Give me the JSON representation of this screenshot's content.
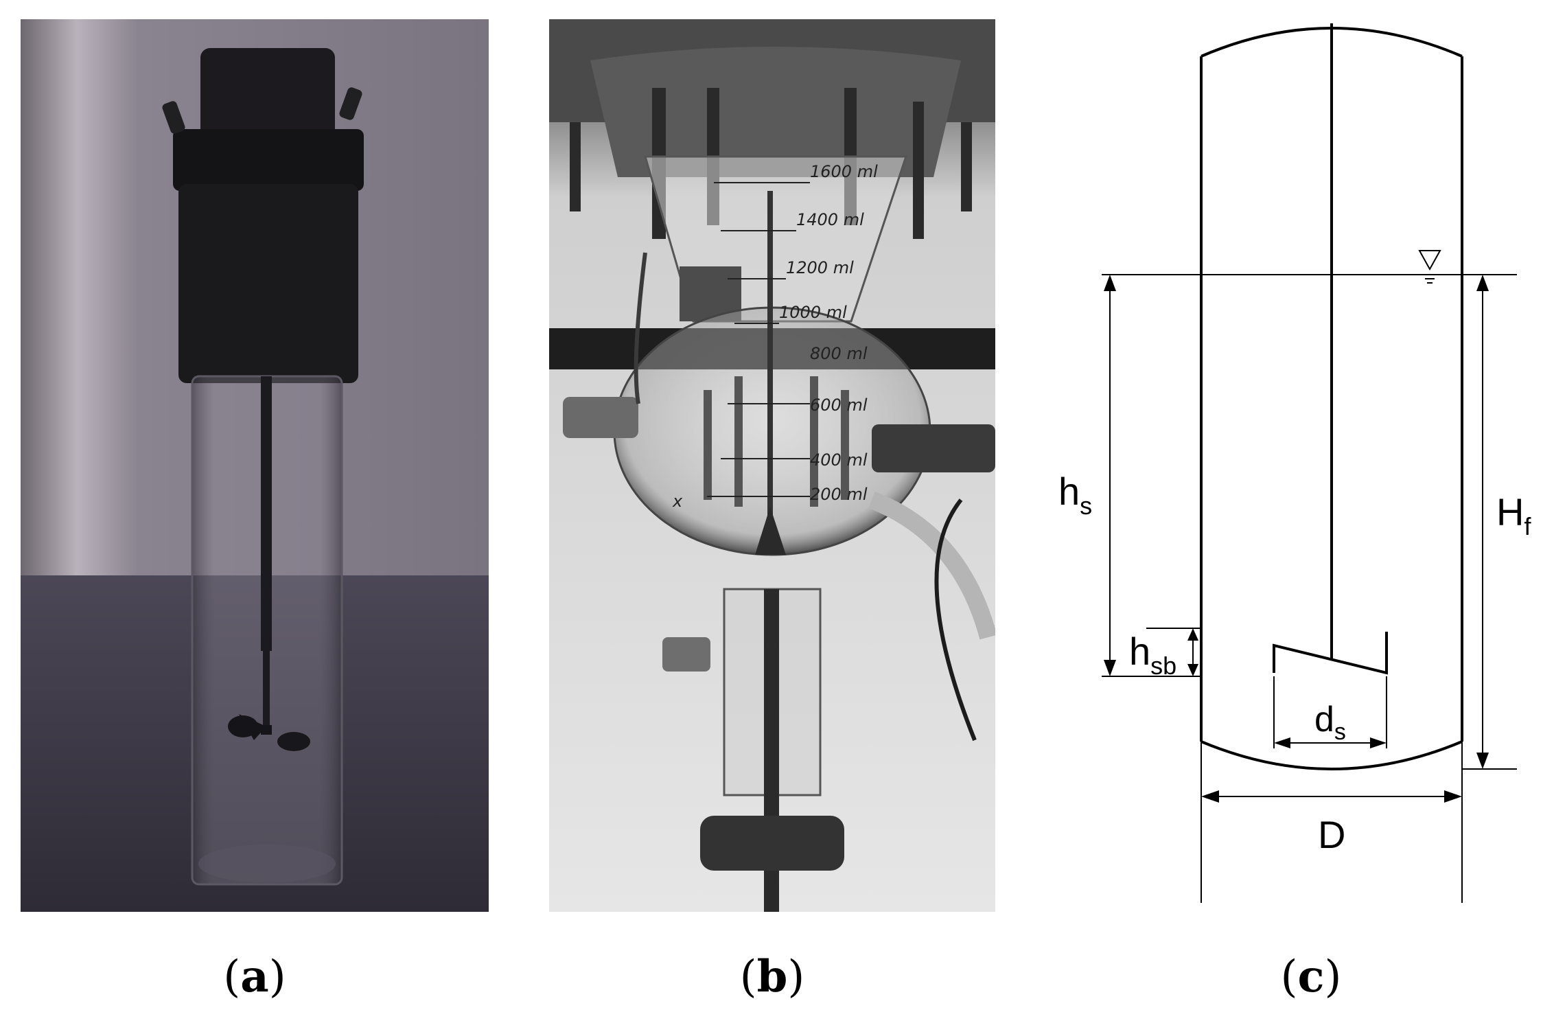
{
  "captions": {
    "a": {
      "open": "(",
      "letter": "a",
      "close": ")"
    },
    "b": {
      "open": "(",
      "letter": "b",
      "close": ")"
    },
    "c": {
      "open": "(",
      "letter": "c",
      "close": ")"
    }
  },
  "photo_b_labels": {
    "m1600": "1600 ml",
    "m1400": "1400 ml",
    "m1200": "1200 ml",
    "m1000": "1000 ml",
    "m800": "800 ml",
    "m600": "600 ml",
    "m400": "400 ml",
    "m200": "200 ml",
    "mark_x": "x"
  },
  "diagram": {
    "hs": {
      "main": "h",
      "sub": "s"
    },
    "hsb": {
      "main": "h",
      "sub": "sb"
    },
    "Hf": {
      "main": "H",
      "sub": "f"
    },
    "ds": {
      "main": "d",
      "sub": "s"
    },
    "D": "D"
  }
}
